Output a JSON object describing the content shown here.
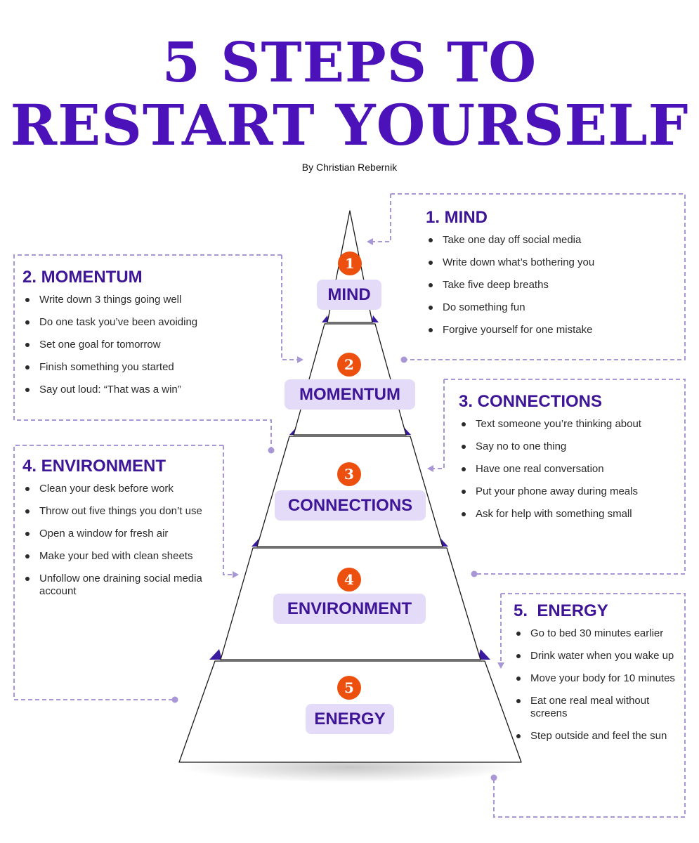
{
  "title_line1": "5 STEPS TO",
  "title_line2": "RESTART YOURSELF",
  "byline": "By Christian Rebernik",
  "colors": {
    "accent": "#4a12b8",
    "pill_bg": "#e4dbf9",
    "number_badge": "#ec4f0e",
    "connector": "#a896d6"
  },
  "pyramid": [
    {
      "number": "1",
      "label": "MIND"
    },
    {
      "number": "2",
      "label": "MOMENTUM"
    },
    {
      "number": "3",
      "label": "CONNECTIONS"
    },
    {
      "number": "4",
      "label": "ENVIRONMENT"
    },
    {
      "number": "5",
      "label": "ENERGY"
    }
  ],
  "panels": {
    "mind": {
      "heading": "1. MIND",
      "items": [
        "Take one day off social media",
        "Write down what’s bothering you",
        "Take five deep breaths",
        "Do something fun",
        "Forgive yourself for one mistake"
      ]
    },
    "momentum": {
      "heading": "2. MOMENTUM",
      "items": [
        "Write down 3 things going well",
        "Do one task you’ve been avoiding",
        "Set one goal for tomorrow",
        "Finish something you started",
        "Say out loud: “That was a win”"
      ]
    },
    "connections": {
      "heading": "3. CONNECTIONS",
      "items": [
        "Text someone you’re thinking about",
        "Say no to one thing",
        "Have one real conversation",
        "Put your phone away during meals",
        "Ask for help with something small"
      ]
    },
    "environment": {
      "heading": "4. ENVIRONMENT",
      "items": [
        "Clean your desk before work",
        "Throw out five things you don’t use",
        "Open a window for fresh air",
        "Make your bed with clean sheets",
        "Unfollow one draining social media account"
      ]
    },
    "energy": {
      "heading": "5.  ENERGY",
      "items": [
        "Go to bed 30 minutes earlier",
        "Drink water when you wake up",
        "Move your body for 10 minutes",
        "Eat one real meal without screens",
        "Step outside and feel the sun"
      ]
    }
  }
}
